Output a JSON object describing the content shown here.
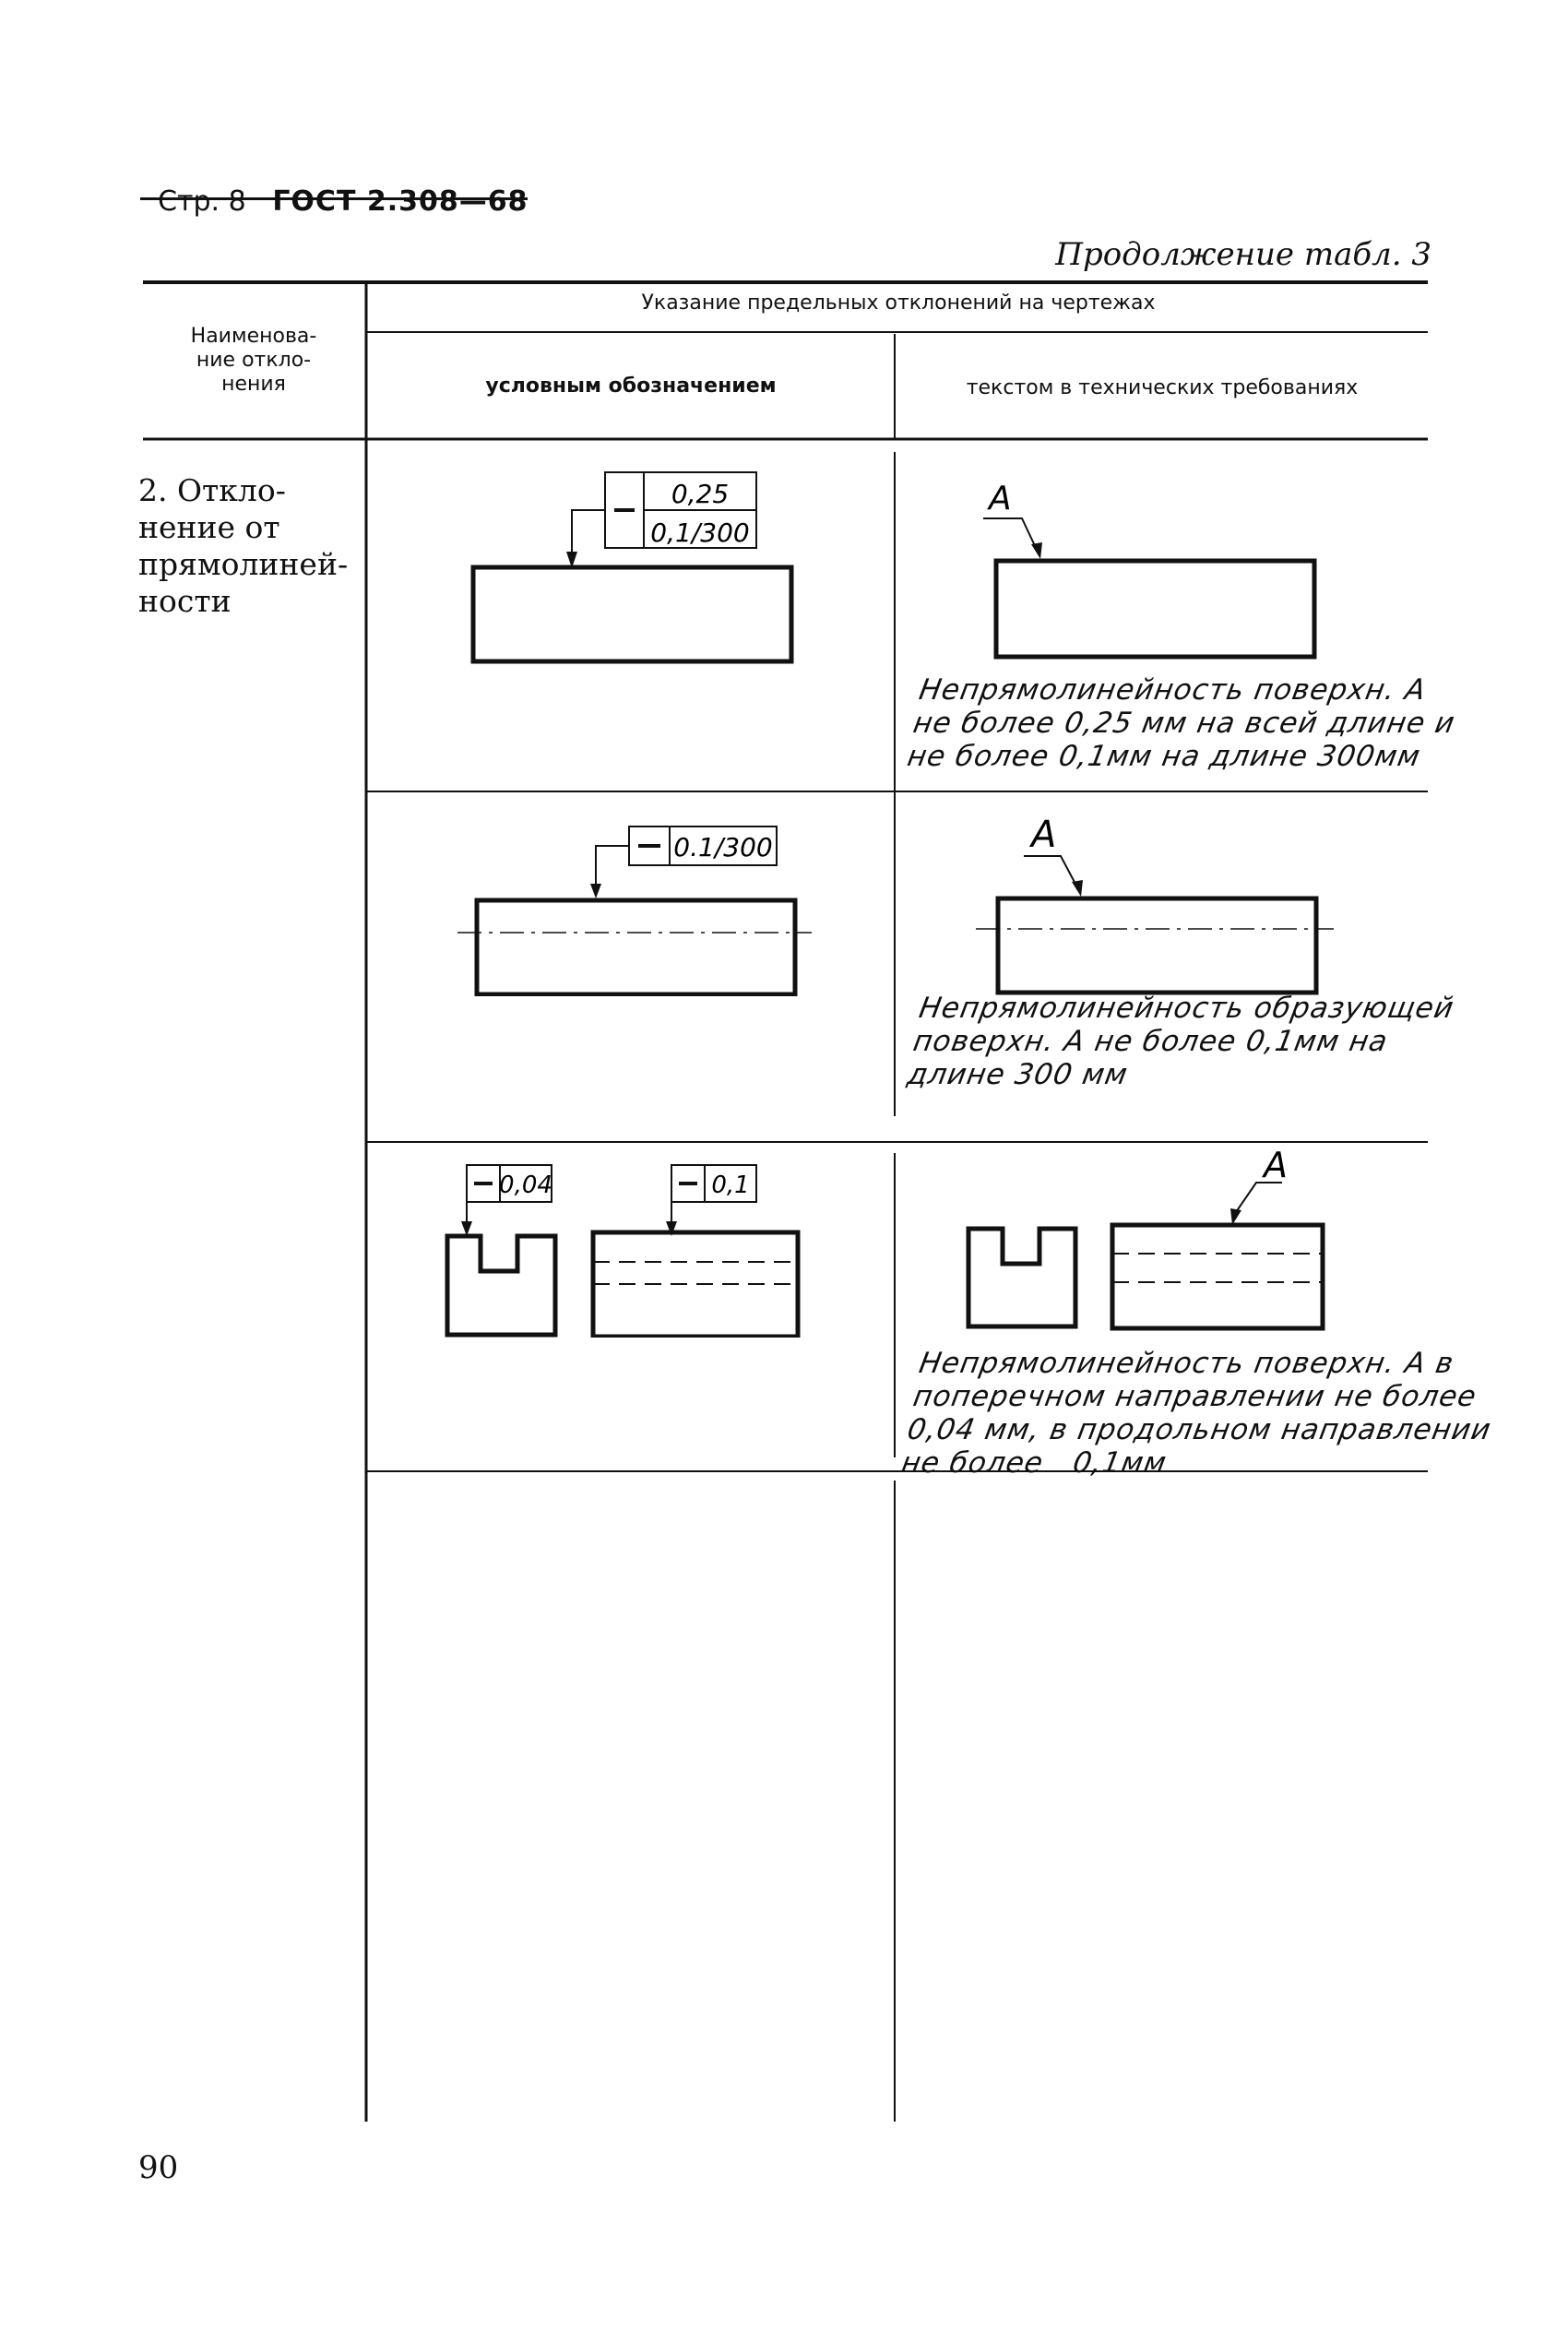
{
  "header": {
    "page_label": "Стр. 8",
    "standard": "ГОСТ 2.308—68"
  },
  "continuation": "Продолжение табл. 3",
  "table_header": {
    "col_name": "Наименова-\nние откло-\nнения",
    "group_title": "Указание предельных отклонений на чертежах",
    "col_symbol": "условным обозначением",
    "col_text": "текстом в технических требованиях"
  },
  "row": {
    "name": "2. Откло-\nнение от\nпрямолиней-\nности"
  },
  "examples": [
    {
      "symbol": "—",
      "tolerance_top": "0,25",
      "tolerance_bottom": "0,1/300",
      "surface_label": "А",
      "note": "Непрямолинейность поверхн. А\nне более 0,25 мм на всей длине и\nне более 0,1мм на длине 300мм"
    },
    {
      "symbol": "—",
      "tolerance": "0.1/300",
      "surface_label": "А",
      "note": "Непрямолинейность образующей\nповерхн. А не более 0,1мм на\nдлине 300 мм"
    },
    {
      "symbol_left": "—",
      "tolerance_left": "0,04",
      "symbol_right": "—",
      "tolerance_right": "0,1",
      "surface_label": "А",
      "note": "Непрямолинейность поверхн. А в\nпоперечном направлении не более\n0,04 мм, в продольном направлении\nне более   0,1мм"
    }
  ],
  "page_number": "90"
}
